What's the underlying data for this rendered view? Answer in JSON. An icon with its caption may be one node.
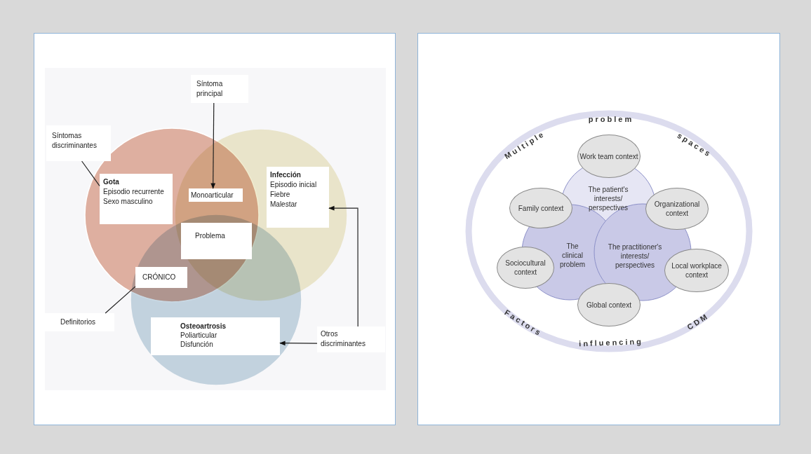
{
  "diagram": {
    "nodes": [
      {
        "text": [
          "Síntoma principal"
        ]
      },
      {
        "text": [
          "Síntomas discriminantes"
        ]
      },
      {
        "text": [
          "Gota",
          "Episodio recurrente",
          "Sexo masculino"
        ]
      },
      {
        "text": [
          "Monoarticular"
        ]
      },
      {
        "text": [
          "Infección",
          "Episodio inicial",
          "Fiebre",
          "Malestar"
        ]
      },
      {
        "text": [
          "Problema"
        ]
      },
      {
        "text": [
          "CRÓNICO"
        ]
      },
      {
        "text": [
          "Definitorios"
        ]
      },
      {
        "text": [
          "Osteoartrosis",
          "Poliarticular",
          "Disfunción"
        ]
      },
      {
        "text": [
          "Otros discriminantes"
        ]
      },
      {
        "text": [
          "Work team context"
        ]
      },
      {
        "text": [
          "The patient's interests/ perspectives"
        ]
      },
      {
        "text": [
          "Family context"
        ]
      },
      {
        "text": [
          "Organizational context"
        ]
      },
      {
        "text": [
          "The clinical problem"
        ]
      },
      {
        "text": [
          "The practitioner's interests/ perspectives"
        ]
      },
      {
        "text": [
          "Sociocultural context"
        ]
      },
      {
        "text": [
          "Local workplace context"
        ]
      },
      {
        "text": [
          "Global context"
        ]
      }
    ],
    "edges": [
      {
        "from": 0,
        "to": 3,
        "arrow": "to"
      },
      {
        "from": 1,
        "to": 2,
        "arrow": "none"
      },
      {
        "from": 7,
        "to": 6,
        "arrow": "none"
      },
      {
        "from": 9,
        "to": 8,
        "arrow": "to"
      },
      {
        "from": 9,
        "to": 4,
        "arrow": "to"
      }
    ],
    "labels": [
      "problem",
      "Multiple",
      "spaces",
      "Factors",
      "CDM",
      "influencing"
    ]
  }
}
